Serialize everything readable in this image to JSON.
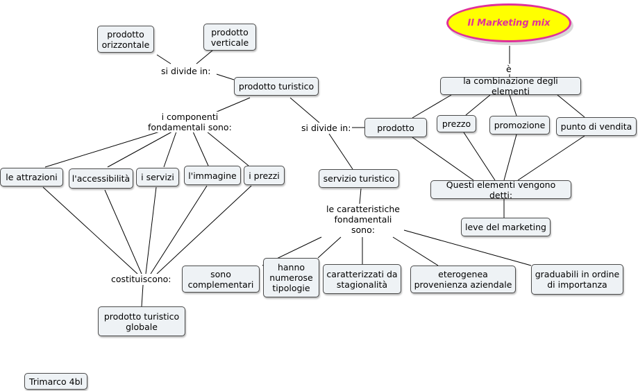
{
  "root": "Il Marketing mix",
  "nodes": {
    "prodotto_orizzontale": "prodotto\norizzontale",
    "prodotto_verticale": "prodotto\nverticale",
    "prodotto_turistico": "prodotto turistico",
    "le_attrazioni": "le attrazioni",
    "accessibilita": "l'accessibilità",
    "i_servizi": "i servizi",
    "immagine": "l'immagine",
    "i_prezzi": "i prezzi",
    "prodotto_turistico_globale": "prodotto turistico\nglobale",
    "servizio_turistico": "servizio turistico",
    "sono_complementari": "sono\ncomplementari",
    "hanno_numerose_tipologie": "hanno\nnumerose\ntipologie",
    "caratterizzati_stagionalita": "caratterizzati da\nstagionalità",
    "eterogenea_provenienza": "eterogenea\nprovenienza aziendale",
    "graduabili": "graduabili in ordine\ndi importanza",
    "combinazione": "la combinazione degli elementi",
    "prodotto": "prodotto",
    "prezzo": "prezzo",
    "promozione": "promozione",
    "punto_vendita": "punto di vendita",
    "questi_elementi": "Questi elementi vengono detti:",
    "leve_marketing": "leve del marketing",
    "trimarco": "Trimarco 4bl"
  },
  "labels": {
    "si_divide_in_1": "si divide in:",
    "i_componenti": "i componenti\nfondamentali sono:",
    "si_divide_in_2": "si divide in:",
    "costituiscono": "costituiscono:",
    "caratteristiche": "le caratteristiche\nfondamentali\nsono:",
    "e_label": "è"
  },
  "colors": {
    "root_fill": "#ffff00",
    "root_border": "#e0309a",
    "root_text": "#e0309a",
    "node_fill": "#eef2f5"
  }
}
